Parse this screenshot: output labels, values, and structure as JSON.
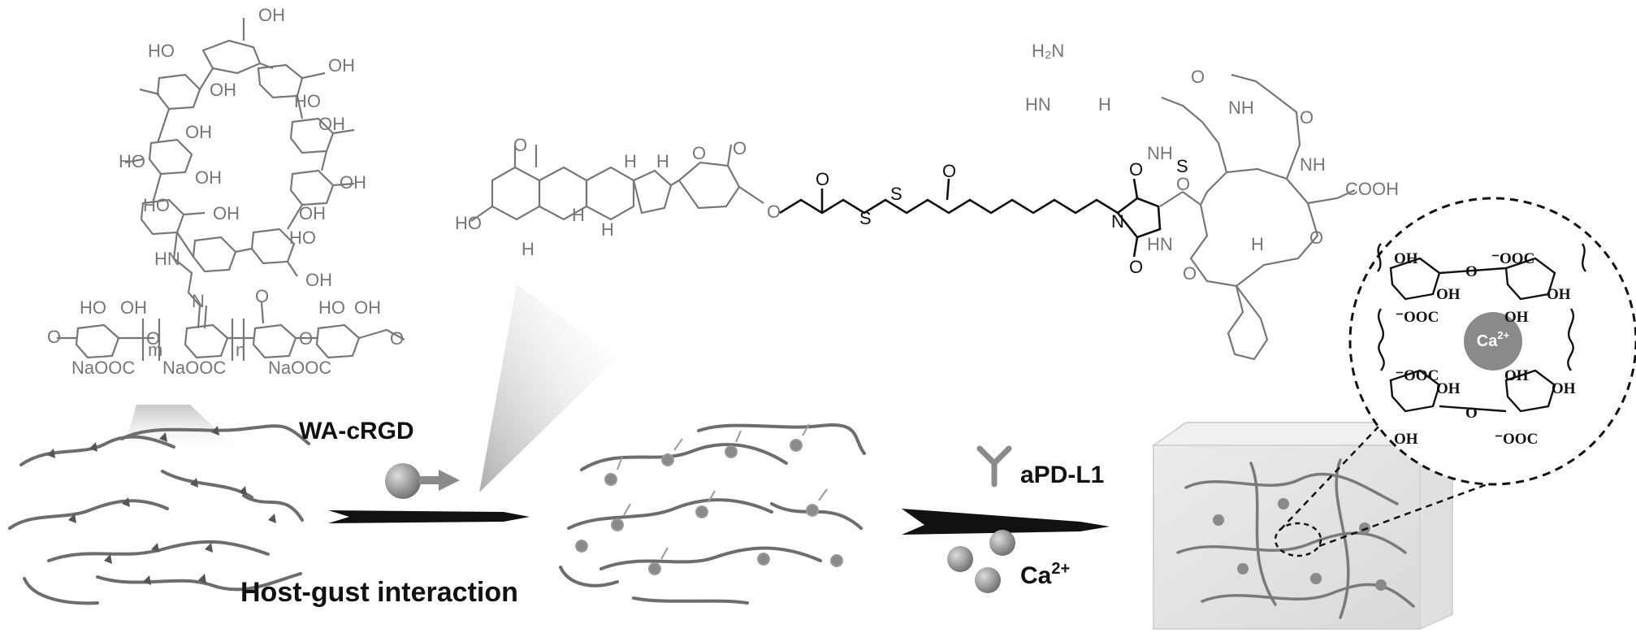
{
  "labels": {
    "conjugate": "WA-cRGD",
    "interaction": "Host-gust interaction",
    "antibody": "aPD-L1",
    "ion_base": "Ca",
    "ion_sup": "2+",
    "ion_center": "Ca",
    "ion_center_sup": "2+"
  },
  "cyclodextrin": {
    "oh": "OH",
    "ho": "HO",
    "hn": "HN",
    "n": "N",
    "o": "O"
  },
  "alginate": {
    "ho": "HO",
    "oh": "OH",
    "naooc": "NaOOC",
    "m": "m",
    "n": "n",
    "o": "O",
    "n_atom": "N"
  },
  "withaferin": {
    "ho": "HO",
    "h": "H",
    "o": "O",
    "s": "S"
  },
  "crgd": {
    "h2n": "H₂N",
    "hn": "HN",
    "nh": "NH",
    "h": "H",
    "o": "O",
    "n": "N",
    "s": "S",
    "cooh": "COOH"
  },
  "inset": {
    "oh": "OH",
    "coo": "⁻OOC",
    "o": "O"
  },
  "colors": {
    "chain": "#6d6d6d",
    "structure_gray": "#777777",
    "linker_black": "#111111",
    "ion_sphere": "#8a8a8a",
    "gel_box": "#e6e6e6"
  }
}
